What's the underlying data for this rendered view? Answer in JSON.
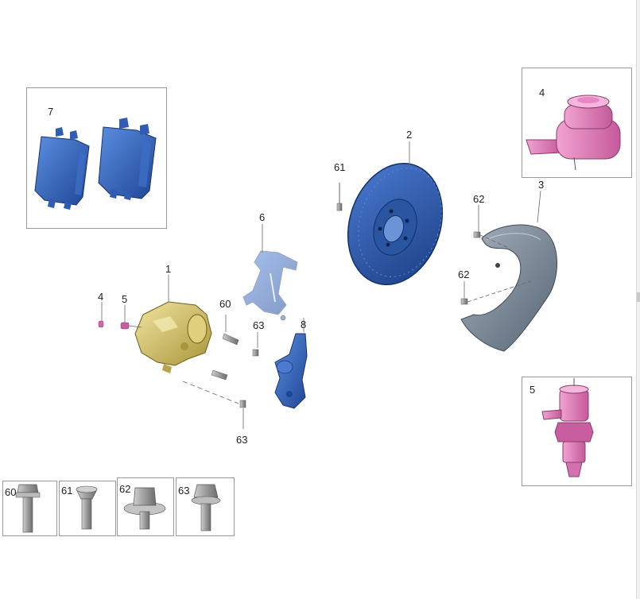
{
  "callouts": {
    "c1": "1",
    "c2": "2",
    "c3": "3",
    "c4": "4",
    "c5": "5",
    "c6": "6",
    "c7": "7",
    "c8": "8",
    "c60": "60",
    "c61": "61",
    "c62a": "62",
    "c62b": "62",
    "c63a": "63",
    "c63b": "63"
  },
  "insets": {
    "pads_label": "7",
    "cap4_label": "4",
    "cap5_label": "5",
    "bolt60_label": "60",
    "bolt61_label": "61",
    "bolt62_label": "62",
    "bolt63_label": "63"
  },
  "colors": {
    "caliper": "#d6c46a",
    "bracket": "#7f9cc7",
    "blue_part": "#2f5db3",
    "disc": "#2b5ba5",
    "shield": "#7a8898",
    "cap": "#e27ab8",
    "bolt": "#a9a9a9"
  }
}
